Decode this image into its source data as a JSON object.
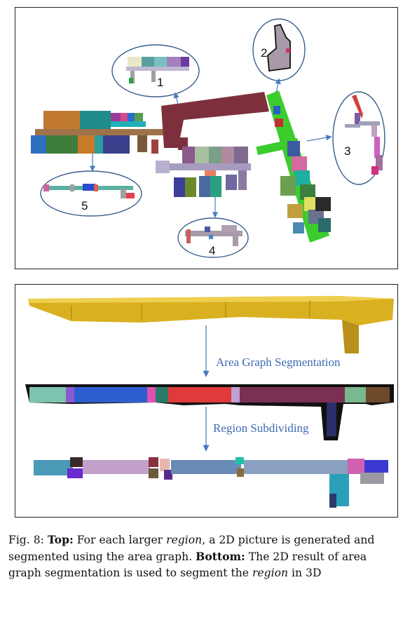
{
  "top_panel": {
    "callouts": [
      {
        "label": "1"
      },
      {
        "label": "2"
      },
      {
        "label": "3"
      },
      {
        "label": "4"
      },
      {
        "label": "5"
      }
    ]
  },
  "bottom_panel": {
    "step1_label": "Area Graph Segmentation",
    "step2_label": "Region Subdividing"
  },
  "caption": {
    "fig_label": "Fig. 8:",
    "top_heading": "Top:",
    "text1_a": "For each larger",
    "text1_em": "region",
    "text1_b": ", a 2D picture is generated and segmented using the area graph.",
    "bottom_heading": "Bottom:",
    "text2_a": "The 2D result of area graph segmentation is used to segment the",
    "text2_em": "region",
    "text2_b": "in 3D"
  },
  "colors": {
    "arrow": "#4a7bbf",
    "ellipse_stroke": "#3a5f8a",
    "label_blue": "#3d6ab3",
    "corridor_gold": "#d9b020",
    "corridor_maroon": "#7e2f3c",
    "corridor_green": "#3ccc2e"
  }
}
